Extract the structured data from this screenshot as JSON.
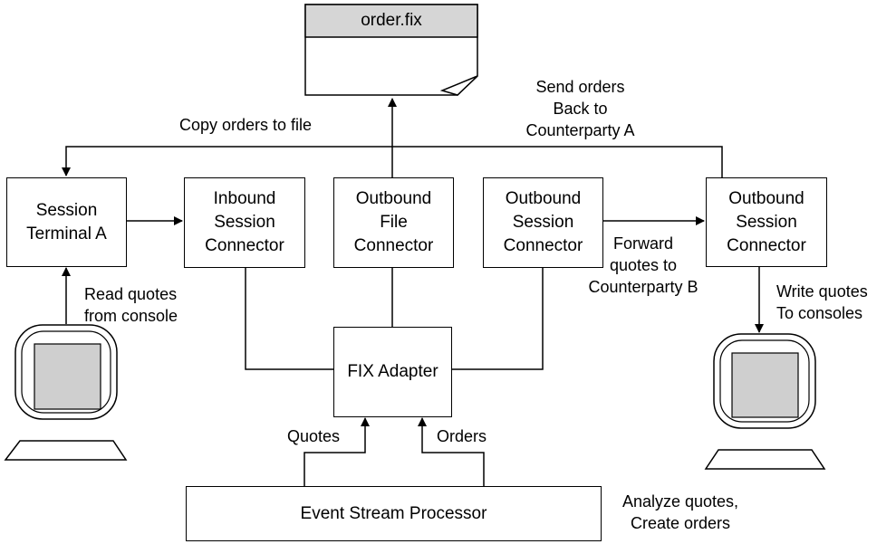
{
  "file": {
    "name": "order.fix"
  },
  "nodes": {
    "session_terminal": [
      "Session",
      "Terminal A"
    ],
    "inbound_connector": [
      "Inbound",
      "Session",
      "Connector"
    ],
    "outbound_file_connector": [
      "Outbound",
      "File",
      "Connector"
    ],
    "outbound_session_connector_1": [
      "Outbound",
      "Session",
      "Connector"
    ],
    "outbound_session_connector_2": [
      "Outbound",
      "Session",
      "Connector"
    ],
    "fix_adapter": "FIX Adapter",
    "event_stream_processor": "Event Stream Processor"
  },
  "edge_labels": {
    "copy_orders": "Copy orders to file",
    "send_orders": [
      "Send orders",
      "Back to",
      "Counterparty A"
    ],
    "read_quotes": [
      "Read quotes",
      "from console"
    ],
    "forward_quotes": [
      "Forward",
      "quotes to",
      "Counterparty B"
    ],
    "write_quotes": [
      "Write quotes",
      "To consoles"
    ],
    "quotes": "Quotes",
    "orders": "Orders",
    "analyze": [
      "Analyze quotes,",
      "Create orders"
    ]
  },
  "icons": [
    "left-console-icon",
    "right-console-icon",
    "document-icon"
  ]
}
